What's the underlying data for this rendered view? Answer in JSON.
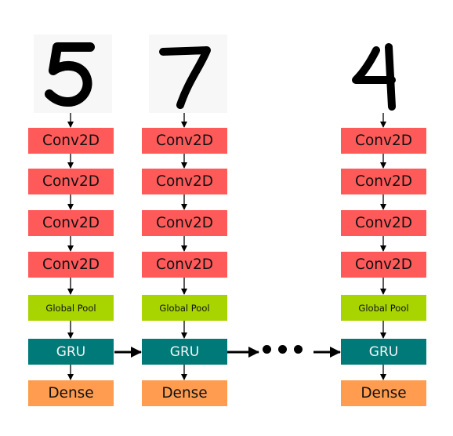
{
  "columns": [
    {
      "digit_label": "5",
      "layers": [
        "Conv2D",
        "Conv2D",
        "Conv2D",
        "Conv2D",
        "Global Pool",
        "GRU",
        "Dense"
      ]
    },
    {
      "digit_label": "7",
      "layers": [
        "Conv2D",
        "Conv2D",
        "Conv2D",
        "Conv2D",
        "Global Pool",
        "GRU",
        "Dense"
      ]
    },
    {
      "digit_label": "4",
      "layers": [
        "Conv2D",
        "Conv2D",
        "Conv2D",
        "Conv2D",
        "Global Pool",
        "GRU",
        "Dense"
      ]
    }
  ],
  "colors": {
    "conv": "#ff5a5a",
    "pool": "#a8d400",
    "gru": "#007a78",
    "dense": "#ff9c4f"
  }
}
